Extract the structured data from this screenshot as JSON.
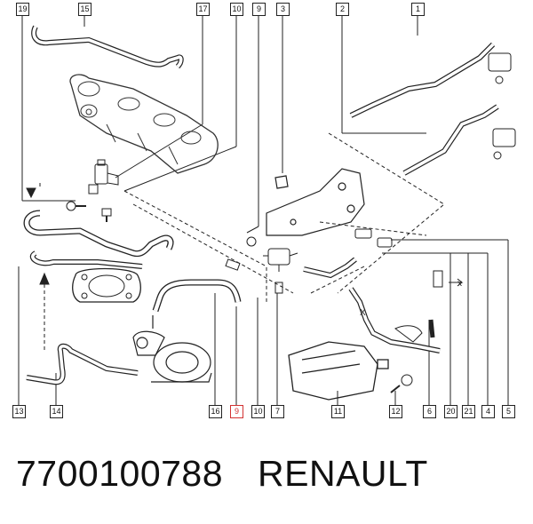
{
  "footer": {
    "part_number": "7700100788",
    "brand": "RENAULT"
  },
  "callouts": {
    "c19": "19",
    "c15": "15",
    "c17": "17",
    "c10a": "10",
    "c9a": "9",
    "c3": "3",
    "c2": "2",
    "c1": "1",
    "c13": "13",
    "c14": "14",
    "c16": "16",
    "c9b": "9",
    "c10b": "10",
    "c7": "7",
    "c11": "11",
    "c12": "12",
    "c6": "6",
    "c20": "20",
    "c21": "21",
    "c4": "4",
    "c5": "5"
  },
  "labels": {
    "x_left": "X",
    "x_right": "x"
  },
  "colors": {
    "line": "#222222",
    "highlight": "#d23232"
  }
}
